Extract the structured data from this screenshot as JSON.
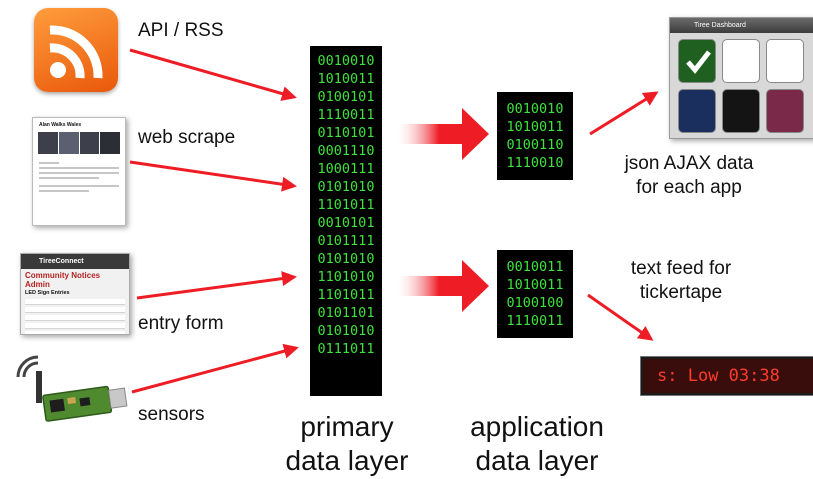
{
  "sources": {
    "api_rss": "API / RSS",
    "web_scrape": "web scrape",
    "entry_form": "entry form",
    "sensors": "sensors"
  },
  "primary_layer": {
    "label_line1": "primary",
    "label_line2": "data layer",
    "rows": [
      "0010010",
      "1010011",
      "0100101",
      "1110011",
      "0110101",
      "0001110",
      "1000111",
      "0101010",
      "1101011",
      "0010101",
      "0101111",
      "0101010",
      "1101010",
      "1101011",
      "0101101",
      "0101010",
      "0111011"
    ]
  },
  "application_layer": {
    "label_line1": "application",
    "label_line2": "data layer",
    "top_rows": [
      "0010010",
      "1010011",
      "0100110",
      "1110010"
    ],
    "bottom_rows": [
      "0010011",
      "1010011",
      "0100100",
      "1110011"
    ]
  },
  "outputs": {
    "json_line1": "json AJAX data",
    "json_line2": "for each app",
    "text_line1": "text feed for",
    "text_line2": "tickertape",
    "ticker_text": "s: Low 03:38"
  },
  "thumbnails": {
    "web_title": "Alan Walks Wales",
    "form_header": "TireeConnect",
    "form_title": "Community Notices Admin",
    "form_subtitle": "LED Sign Entries",
    "dashboard_title": "Tiree Dashboard"
  },
  "colors": {
    "arrow_red": "#ee1c24",
    "binary_green": "#3fe13f",
    "binary_bg": "#000000",
    "ticker_red": "#ff3a2a"
  },
  "icons": [
    "rss-icon",
    "usb-sensor-icon",
    "check-icon"
  ]
}
